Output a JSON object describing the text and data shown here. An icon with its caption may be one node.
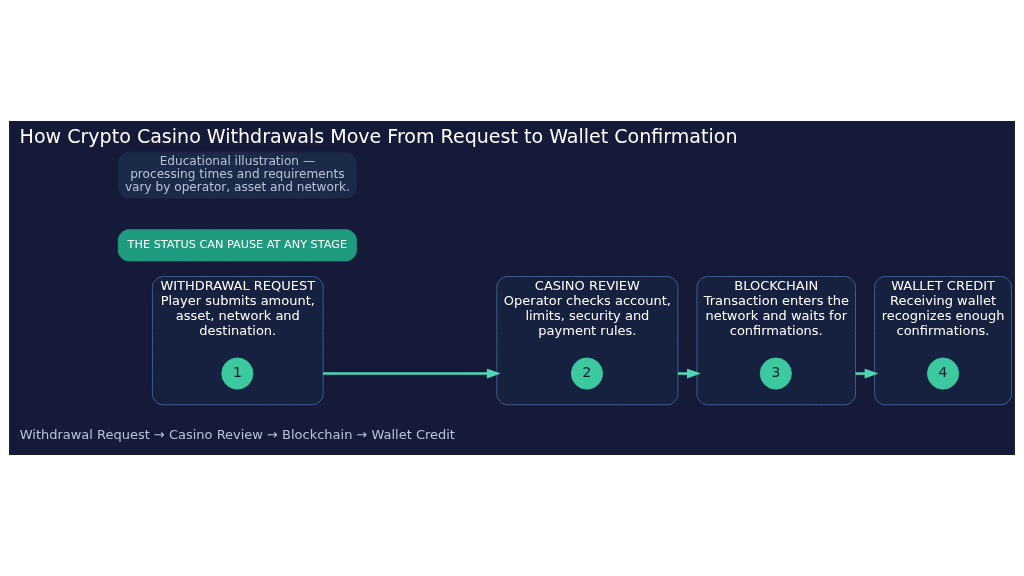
{
  "diagram": {
    "title": "How Crypto Casino Withdrawals Move From Request to Wallet Confirmation",
    "nodes": [
      {
        "text": [
          "WITHDRAWAL REQUEST",
          "Player submits amount, asset, network and destination."
        ]
      },
      {
        "text": [
          "1"
        ],
        "in": 0
      },
      {
        "text": [
          "CASINO REVIEW",
          "Operator checks account, limits, security and payment rules."
        ]
      },
      {
        "text": [
          "2"
        ],
        "in": 2
      },
      {
        "text": [
          "BLOCKCHAIN",
          "Transaction enters the network and waits for confirmations."
        ]
      },
      {
        "text": [
          "3"
        ],
        "in": 4
      },
      {
        "text": [
          "WALLET CREDIT",
          "Receiving wallet recognizes enough confirmations."
        ]
      },
      {
        "text": [
          "4"
        ],
        "in": 6
      },
      {
        "text": [
          "THE STATUS CAN PAUSE AT ANY STAGE"
        ]
      },
      {
        "text": [
          "Educational illustration — processing times and requirements vary by operator, asset and network."
        ]
      }
    ],
    "edges": [
      {
        "from": 0,
        "to": 2,
        "arrow": "to"
      },
      {
        "from": 2,
        "to": 4,
        "arrow": "to"
      },
      {
        "from": 4,
        "to": 6,
        "arrow": "to"
      }
    ],
    "labels": [
      "Withdrawal Request → Casino Review → Blockchain → Wallet Credit"
    ]
  }
}
